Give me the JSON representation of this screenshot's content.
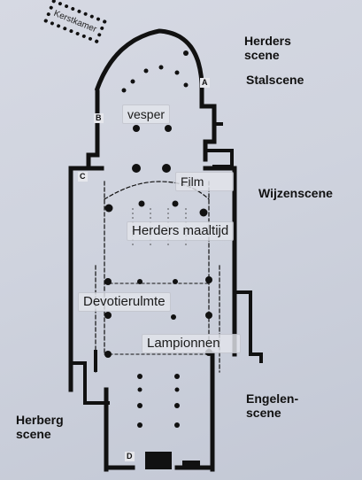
{
  "labels": {
    "kerstkamer": "Kerstkamer",
    "herders_scene": "Herders\nscene",
    "stalscene": "Stalscene",
    "wijzenscene": "Wijzenscene",
    "engelen_scene": "Engelen-\nscene",
    "herberg_scene": "Herberg\nscene",
    "vesper": "vesper",
    "film": "Film",
    "herders_maaltijd": "Herders maaltijd",
    "devotieruimte": "Devotierulmte",
    "lampionnen": "Lampionnen"
  },
  "markers": {
    "a": "A",
    "b": "B",
    "c": "C",
    "d": "D"
  }
}
